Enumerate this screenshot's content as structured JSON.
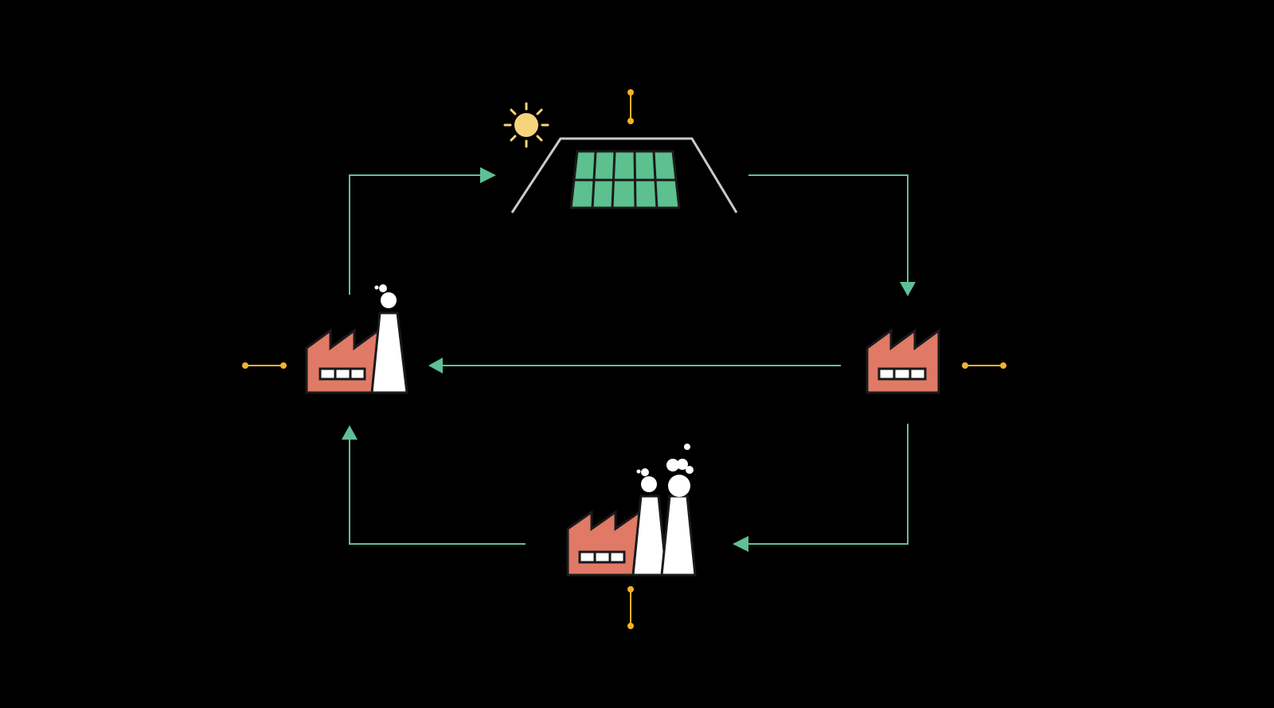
{
  "colors": {
    "background": "#000000",
    "arrow": "#5fbf97",
    "factory": "#e07a66",
    "factory_outline": "#1a1a1a",
    "chimney": "#ffffff",
    "panel": "#5cc08f",
    "panel_outline": "#1a1a1a",
    "roof_line": "#c9c9c9",
    "sun": "#f6d47a",
    "connector": "#f0b429"
  },
  "nodes": [
    {
      "id": "solar-panel",
      "icon": "solar-panel-icon"
    },
    {
      "id": "factory-right",
      "icon": "factory-icon"
    },
    {
      "id": "factory-bottom",
      "icon": "factory-two-chimneys-icon"
    },
    {
      "id": "factory-left",
      "icon": "factory-one-chimney-icon"
    }
  ],
  "flows": [
    {
      "from": "factory-left",
      "to": "solar-panel"
    },
    {
      "from": "solar-panel",
      "to": "factory-right"
    },
    {
      "from": "factory-right",
      "to": "factory-left"
    },
    {
      "from": "factory-right",
      "to": "factory-bottom"
    },
    {
      "from": "factory-bottom",
      "to": "factory-left"
    }
  ]
}
